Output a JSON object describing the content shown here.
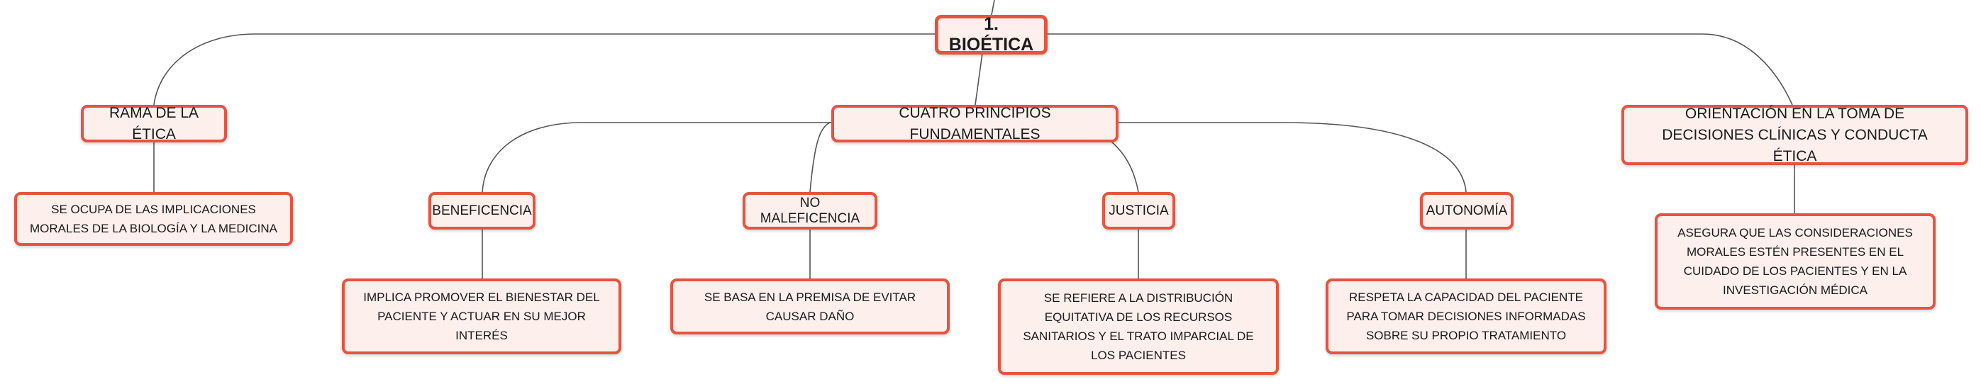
{
  "root": {
    "label": "1. BIOÉTICA"
  },
  "branches": [
    {
      "label": "RAMA DE LA ÉTICA",
      "detail": "SE OCUPA DE LAS IMPLICACIONES MORALES DE LA BIOLOGÍA Y LA MEDICINA"
    },
    {
      "label": "CUATRO PRINCIPIOS FUNDAMENTALES",
      "principles": [
        {
          "label": "BENEFICENCIA",
          "detail": "IMPLICA PROMOVER EL BIENESTAR DEL PACIENTE Y ACTUAR EN SU MEJOR INTERÉS"
        },
        {
          "label": "NO MALEFICENCIA",
          "detail": "SE BASA EN LA PREMISA DE EVITAR CAUSAR DAÑO"
        },
        {
          "label": "JUSTICIA",
          "detail": "SE REFIERE A LA DISTRIBUCIÓN EQUITATIVA DE LOS RECURSOS SANITARIOS Y EL TRATO IMPARCIAL DE LOS PACIENTES"
        },
        {
          "label": "AUTONOMÍA",
          "detail": "RESPETA LA CAPACIDAD DEL PACIENTE PARA TOMAR DECISIONES INFORMADAS SOBRE SU PROPIO TRATAMIENTO"
        }
      ]
    },
    {
      "label": "ORIENTACIÓN EN LA TOMA DE DECISIONES CLÍNICAS Y CONDUCTA ÉTICA",
      "detail": "ASEGURA QUE LAS CONSIDERACIONES MORALES ESTÉN PRESENTES EN EL CUIDADO DE LOS PACIENTES Y EN LA INVESTIGACIÓN MÉDICA"
    }
  ],
  "colors": {
    "node_border": "#e8533f",
    "node_fill": "#fdf0ec",
    "connector": "#555555",
    "text": "#1a1a1a"
  }
}
